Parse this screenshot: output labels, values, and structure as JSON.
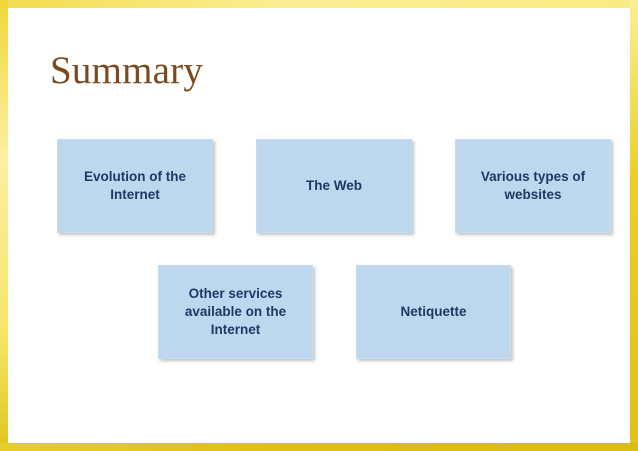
{
  "slide": {
    "title": "Summary",
    "title_color": "#7B4A1E",
    "background_color": "#FFFFFF",
    "border_color": "#E8CE2A",
    "node_fill_color": "#BDD7EE",
    "node_text_color": "#1F3864"
  },
  "nodes": [
    {
      "id": "evolution-of-the-internet",
      "label": "Evolution of the\nInternet",
      "row": 1,
      "column": 1
    },
    {
      "id": "the-web",
      "label": "The Web",
      "row": 1,
      "column": 2
    },
    {
      "id": "various-types-of-websites",
      "label": "Various types of\nwebsites",
      "row": 1,
      "column": 3
    },
    {
      "id": "other-services-available-on-the-internet",
      "label": "Other services\navailable on the\nInternet",
      "row": 2,
      "column": 1
    },
    {
      "id": "netiquette",
      "label": "Netiquette",
      "row": 2,
      "column": 2
    }
  ]
}
